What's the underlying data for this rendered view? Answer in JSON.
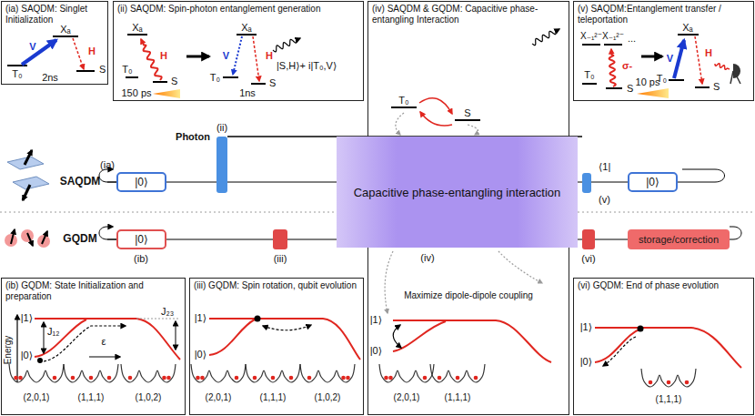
{
  "diagram": {
    "nodes": [
      {
        "text": [
          "(ia) SAQDM: Singlet Initialization"
        ]
      },
      {
        "text": [
          "(ii) SAQDM: Spin-photon entanglement generation"
        ]
      },
      {
        "text": [
          "(iv) SAQDM & GQDM: Capacitive phase-entangling Interaction"
        ]
      },
      {
        "text": [
          "(v) SAQDM:Entanglement transfer / teleportation"
        ]
      },
      {
        "text": [
          "|0⟩"
        ]
      },
      {
        "text": [
          "Capacitive phase-entangling interaction"
        ]
      },
      {
        "text": [
          "|0⟩"
        ]
      },
      {
        "text": [
          "|0⟩"
        ]
      },
      {
        "text": [
          "storage/correction"
        ]
      },
      {
        "text": [
          "(ib) GQDM: State Initialization and preparation"
        ]
      },
      {
        "text": [
          "(iii) GQDM: Spin rotation, qubit evolution"
        ]
      },
      {
        "text": [
          "(vi) GQDM: End of phase evolution"
        ]
      }
    ],
    "labels": [
      "Xₐ",
      "V",
      "H",
      "T₀",
      "S",
      "2ns",
      "Xₐ",
      "H",
      "T₀",
      "S",
      "150 ps",
      "Xₐ",
      "V",
      "H",
      "T₀",
      "S",
      "1ns",
      "|S,H⟩+ i|T₀,V⟩",
      "T₀",
      "S",
      "X₋₁²⁻",
      "X₋₁²⁻",
      "...",
      "σ-",
      "T₀",
      "S",
      "10 ps",
      "Xₐ",
      "V",
      "H",
      "T₀",
      "S",
      "(ia)",
      "Photon",
      "(ii)",
      "SAQDM",
      "⟨1|",
      "(v)",
      "GQDM",
      "(ib)",
      "(iii)",
      "(iv)",
      "(vi)",
      "Maximize dipole-dipole coupling",
      "|1⟩",
      "|0⟩",
      "(2,0,1)",
      "(1,1,1)",
      "Energy",
      "|1⟩",
      "|0⟩",
      "J₁₂",
      "J₂₃",
      "ε",
      "(2,0,1)",
      "(1,1,1)",
      "(1,0,2)",
      "|1⟩",
      "|0⟩",
      "(2,0,1)",
      "(1,1,1)",
      "(1,0,2)",
      "|1⟩",
      "|0⟩",
      "(1,1,1)"
    ]
  }
}
